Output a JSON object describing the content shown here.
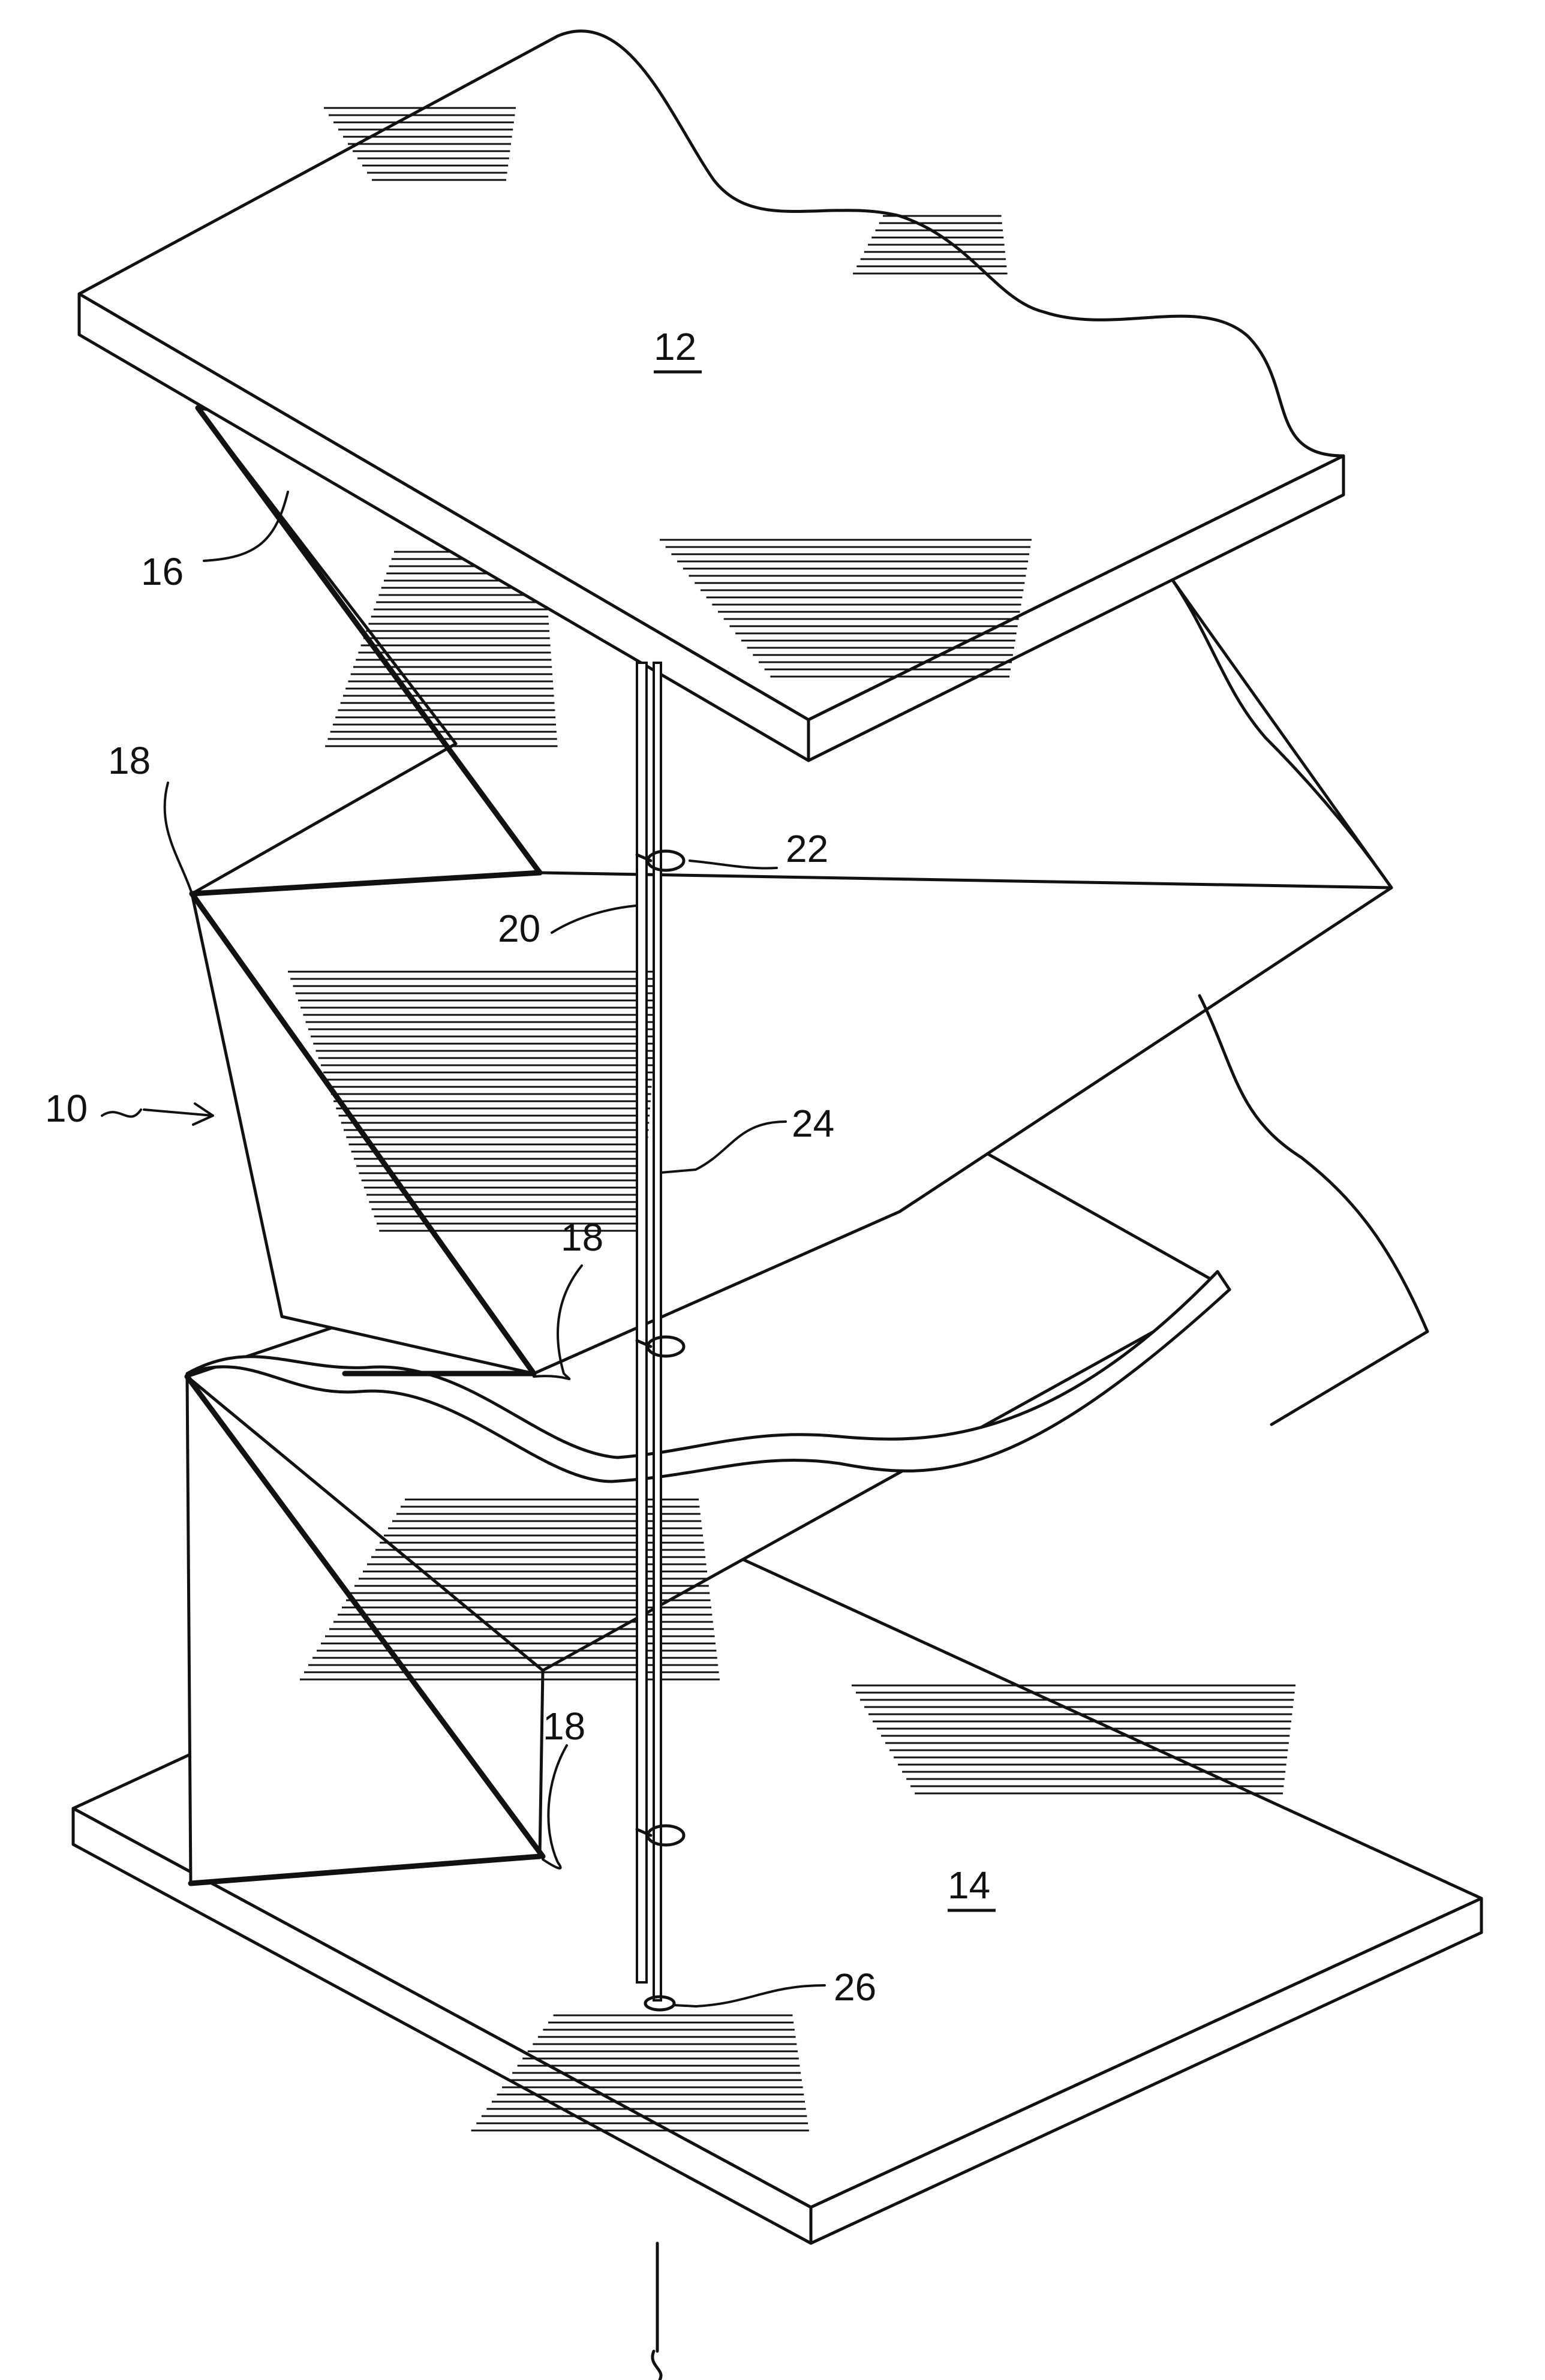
{
  "figure": {
    "labels": {
      "ref_12": "12",
      "ref_14": "14",
      "ref_16": "16",
      "ref_18_top": "18",
      "ref_18_mid": "18",
      "ref_18_low": "18",
      "ref_20": "20",
      "ref_22": "22",
      "ref_24": "24",
      "ref_26": "26",
      "ref_10": "10"
    }
  }
}
